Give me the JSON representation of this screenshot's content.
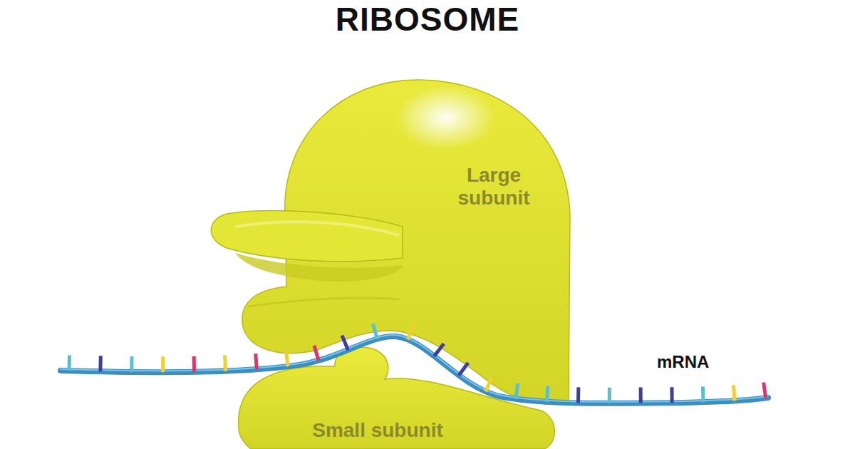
{
  "diagram": {
    "title": "RIBOSOME",
    "nodes": [
      {
        "text": [
          "Large subunit"
        ]
      },
      {
        "text": [
          "Small subunit"
        ]
      }
    ],
    "labels": [
      "mRNA"
    ]
  }
}
